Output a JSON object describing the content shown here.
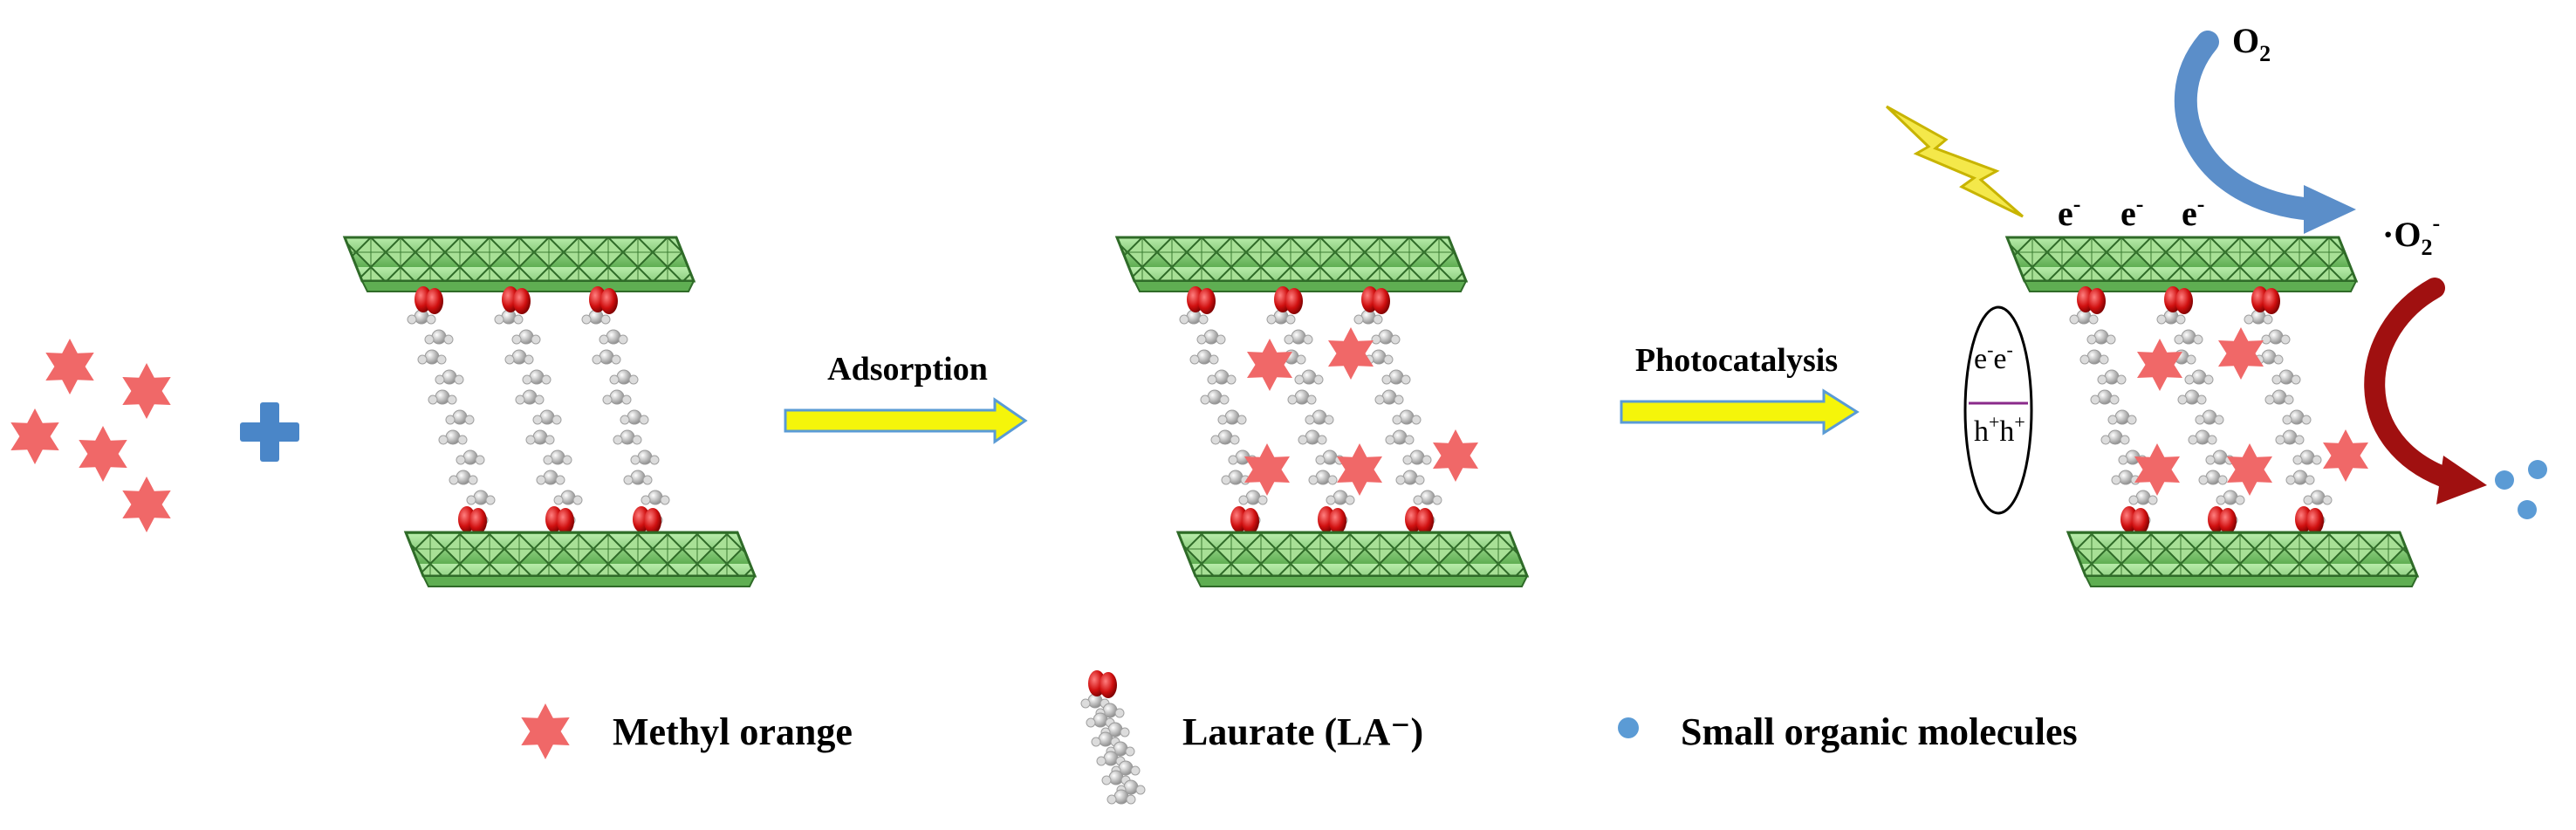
{
  "diagram": {
    "steps": [
      "Adsorption",
      "Photocatalysis"
    ],
    "legend": [
      {
        "label": "Methyl orange",
        "icon": "star-icon"
      },
      {
        "label": "Laurate (LA⁻)",
        "icon": "laurate-chain-icon"
      },
      {
        "label": "Small organic molecules",
        "icon": "dot-icon"
      }
    ],
    "electron": "e",
    "electron_sup": "-",
    "hole": "h",
    "hole_sup": "+",
    "oxygen": "O",
    "oxygen_sub": "2",
    "superoxide_prefix": "·O",
    "superoxide_sub": "2",
    "superoxide_sup": "-"
  },
  "colors": {
    "star": "#f06868",
    "layer": "#8fd67d",
    "layer_dark": "#3c7a33",
    "arrow_fill": "#f5f50a",
    "arrow_stroke": "#5a9bd5",
    "plus": "#4a86c8",
    "o2_arrow": "#5b8ec9",
    "product_arrow": "#a01010",
    "dot": "#5b9bd5"
  }
}
